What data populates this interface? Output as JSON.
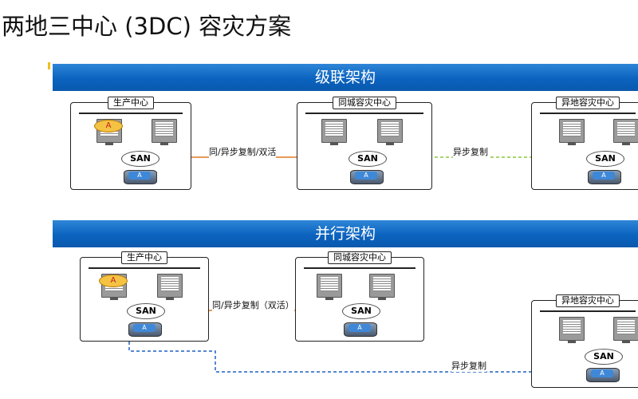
{
  "title": "两地三中心 (3DC) 容灾方案",
  "sections": [
    {
      "label": "级联架构"
    },
    {
      "label": "并行架构"
    }
  ],
  "centers": {
    "production": "生产中心",
    "same_city": "同城容灾中心",
    "remote": "异地容灾中心"
  },
  "san_label": "SAN",
  "app_label": "A",
  "disk_label": "A",
  "links": {
    "cascade_sync": "同/异步复制/双活",
    "cascade_async": "异步复制",
    "parallel_sync": "同/异步复制（双活）",
    "parallel_async": "异步复制"
  },
  "colors": {
    "band": "#0b63bf",
    "sync_link": "#e07820",
    "async_link_cascade": "#8cc63f",
    "async_link_parallel": "#2060c0"
  }
}
